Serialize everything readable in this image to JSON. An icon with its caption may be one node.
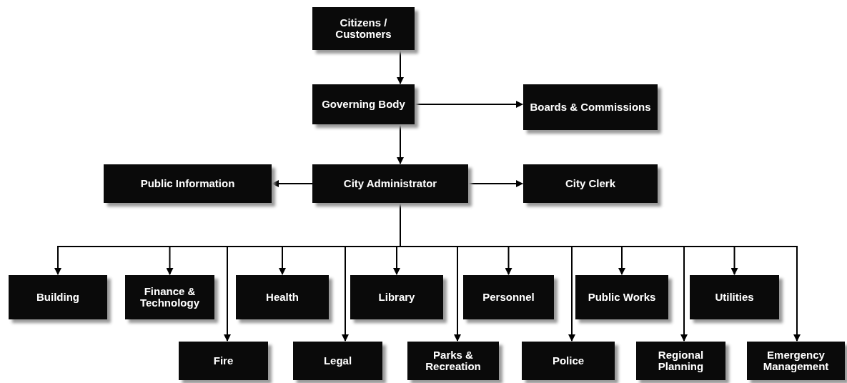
{
  "diagram": {
    "nodes": [
      {
        "text": [
          "Citizens / Customers"
        ]
      },
      {
        "text": [
          "Governing Body"
        ]
      },
      {
        "text": [
          "Boards & Commissions"
        ]
      },
      {
        "text": [
          "Public Information"
        ]
      },
      {
        "text": [
          "City Administrator"
        ]
      },
      {
        "text": [
          "City Clerk"
        ]
      },
      {
        "text": [
          "Building"
        ]
      },
      {
        "text": [
          "Finance & Technology"
        ]
      },
      {
        "text": [
          "Health"
        ]
      },
      {
        "text": [
          "Library"
        ]
      },
      {
        "text": [
          "Personnel"
        ]
      },
      {
        "text": [
          "Public Works"
        ]
      },
      {
        "text": [
          "Utilities"
        ]
      },
      {
        "text": [
          "Fire"
        ]
      },
      {
        "text": [
          "Legal"
        ]
      },
      {
        "text": [
          "Parks & Recreation"
        ]
      },
      {
        "text": [
          "Police"
        ]
      },
      {
        "text": [
          "Regional Planning"
        ]
      },
      {
        "text": [
          "Emergency Management"
        ]
      }
    ],
    "edges": [
      {
        "from": 0,
        "to": 1,
        "arrow": "to"
      },
      {
        "from": 1,
        "to": 2,
        "arrow": "to"
      },
      {
        "from": 1,
        "to": 4,
        "arrow": "to"
      },
      {
        "from": 4,
        "to": 3,
        "arrow": "to"
      },
      {
        "from": 4,
        "to": 5,
        "arrow": "to"
      },
      {
        "from": 4,
        "to": 6,
        "arrow": "to"
      },
      {
        "from": 4,
        "to": 7,
        "arrow": "to"
      },
      {
        "from": 4,
        "to": 13,
        "arrow": "to"
      },
      {
        "from": 4,
        "to": 8,
        "arrow": "to"
      },
      {
        "from": 4,
        "to": 14,
        "arrow": "to"
      },
      {
        "from": 4,
        "to": 9,
        "arrow": "to"
      },
      {
        "from": 4,
        "to": 15,
        "arrow": "to"
      },
      {
        "from": 4,
        "to": 10,
        "arrow": "to"
      },
      {
        "from": 4,
        "to": 16,
        "arrow": "to"
      },
      {
        "from": 4,
        "to": 11,
        "arrow": "to"
      },
      {
        "from": 4,
        "to": 17,
        "arrow": "to"
      },
      {
        "from": 4,
        "to": 12,
        "arrow": "to"
      },
      {
        "from": 4,
        "to": 18,
        "arrow": "to"
      }
    ]
  }
}
